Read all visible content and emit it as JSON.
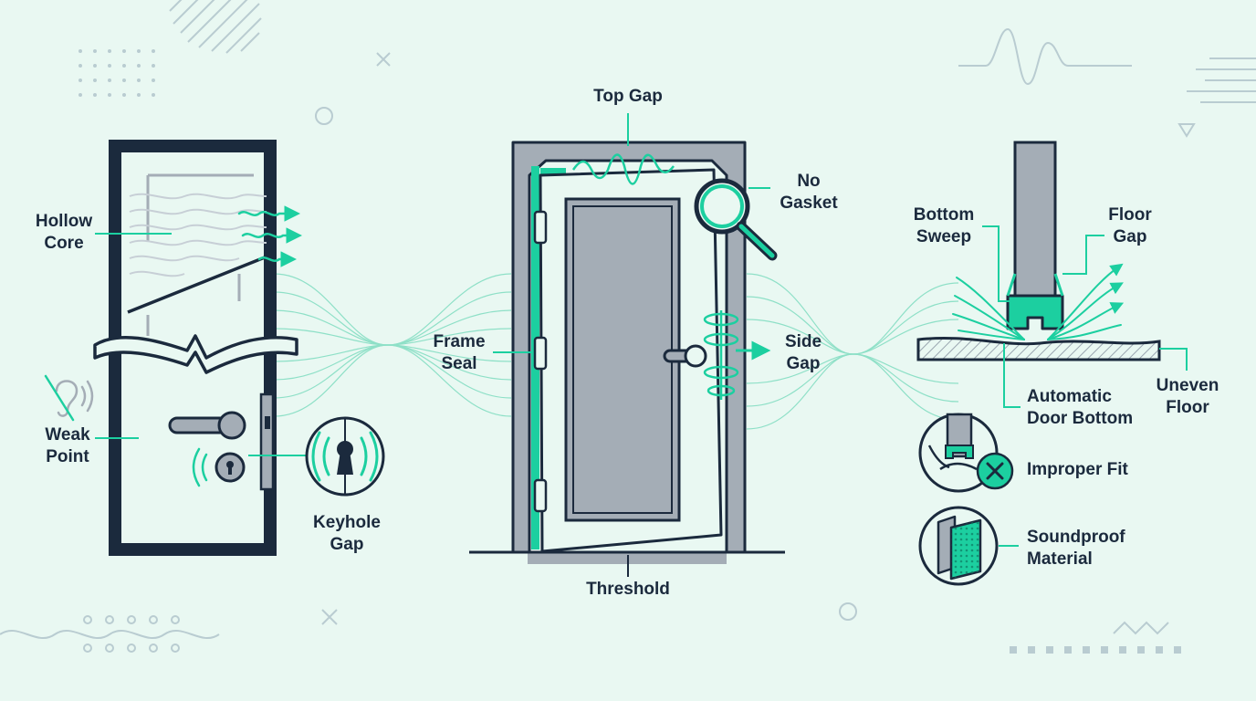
{
  "labels": {
    "hollow_core": "Hollow\nCore",
    "weak_point": "Weak\nPoint",
    "keyhole_gap": "Keyhole\nGap",
    "top_gap": "Top Gap",
    "no_gasket": "No\nGasket",
    "frame_seal": "Frame\nSeal",
    "side_gap": "Side\nGap",
    "threshold": "Threshold",
    "bottom_sweep": "Bottom\nSweep",
    "floor_gap": "Floor\nGap",
    "uneven_floor": "Uneven\nFloor",
    "automatic_door_bottom": "Automatic\nDoor Bottom",
    "improper_fit": "Improper Fit",
    "soundproof_material": "Soundproof\nMaterial"
  },
  "icons": {
    "magnifier": "magnifier-icon",
    "ear_muted": "ear-muted-icon",
    "keyhole": "keyhole-icon",
    "improper_fit": "x-mark-icon",
    "material": "acoustic-panel-icon"
  },
  "colors": {
    "background": "#e9f8f2",
    "ink": "#1b2a3d",
    "accent": "#1ccfa0",
    "door_gray": "#a4adb6",
    "decor": "#b9ccd1"
  }
}
